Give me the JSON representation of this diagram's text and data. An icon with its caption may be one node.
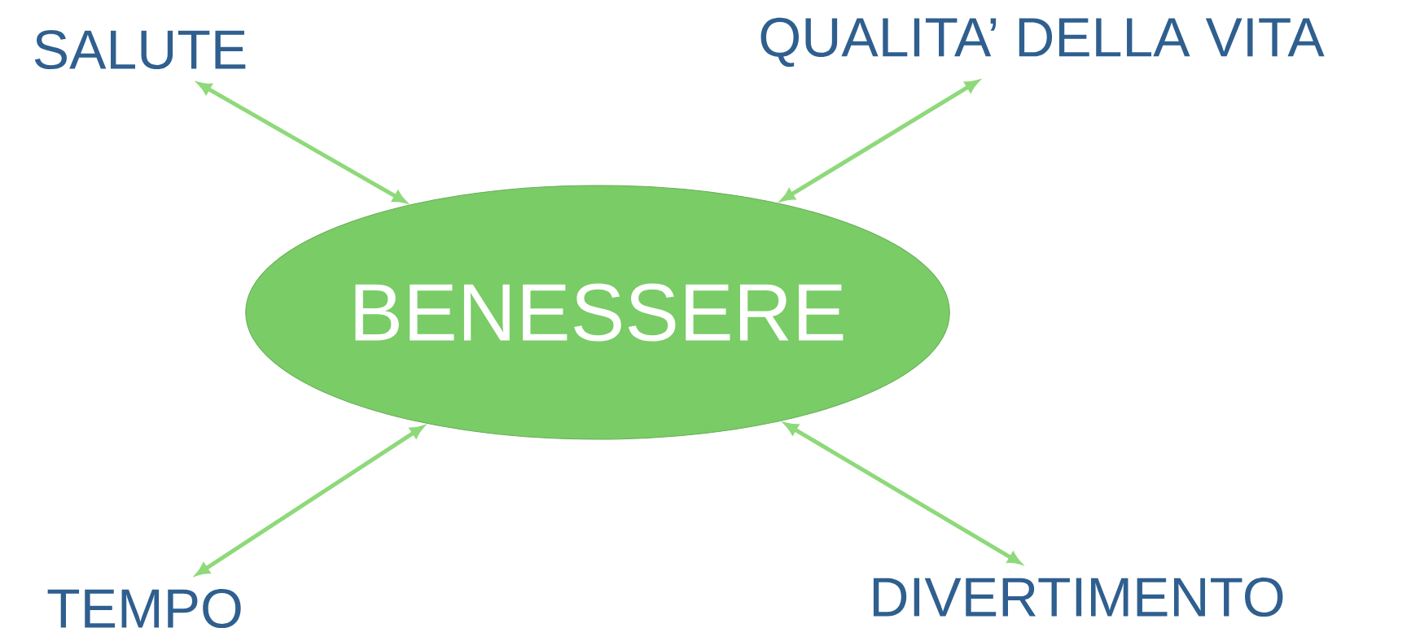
{
  "diagram": {
    "nodes": [
      {
        "text": [
          "SALUTE"
        ]
      },
      {
        "text": [
          "QUALITA’ DELLA VITA"
        ]
      },
      {
        "text": [
          "BENESSERE"
        ]
      },
      {
        "text": [
          "TEMPO"
        ]
      },
      {
        "text": [
          "DIVERTIMENTO"
        ]
      }
    ],
    "edges": [
      {
        "from": 0,
        "to": 2,
        "arrow": "both"
      },
      {
        "from": 1,
        "to": 2,
        "arrow": "both"
      },
      {
        "from": 3,
        "to": 2,
        "arrow": "both"
      },
      {
        "from": 4,
        "to": 2,
        "arrow": "both"
      }
    ]
  }
}
